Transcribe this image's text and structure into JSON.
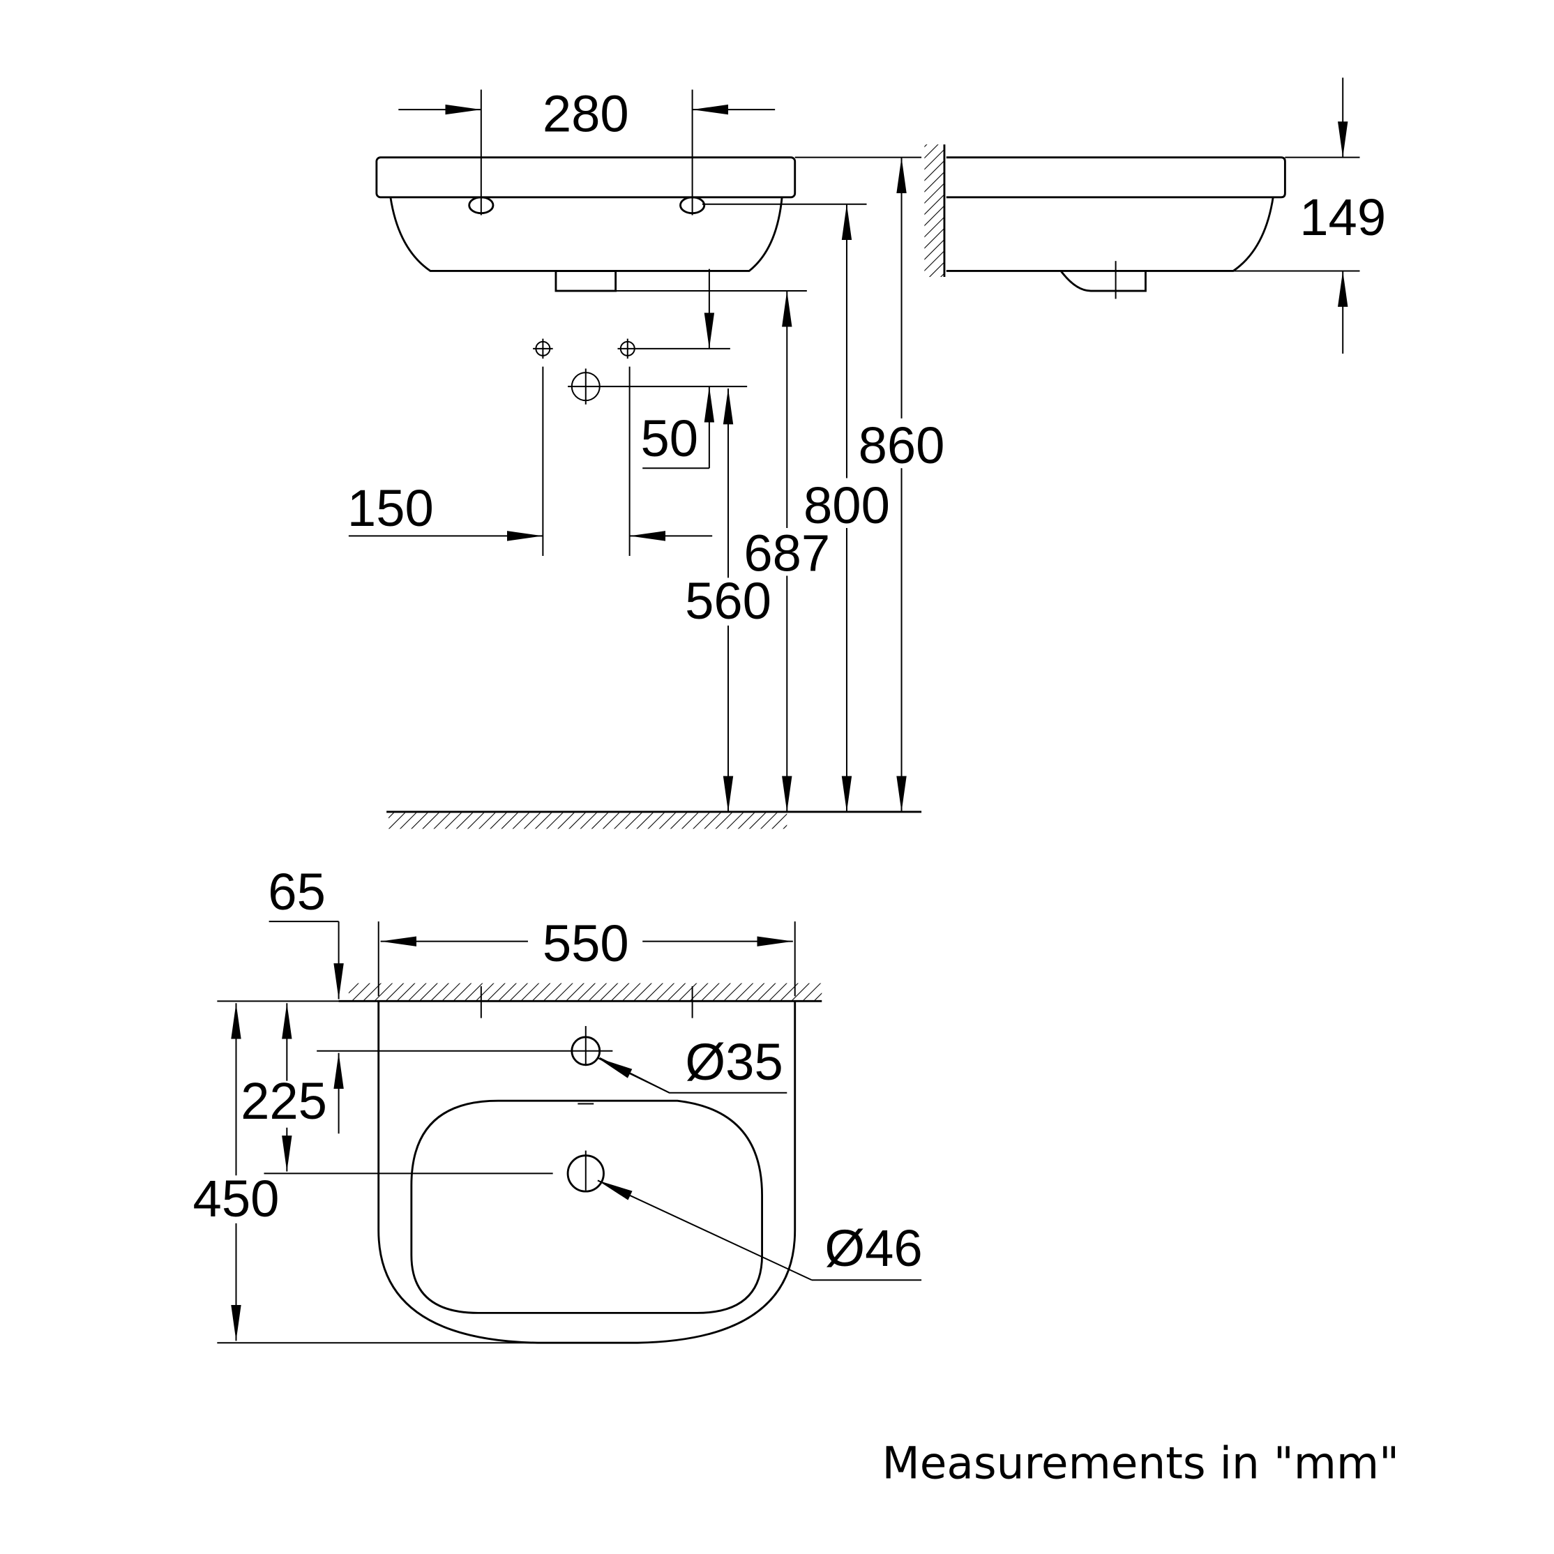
{
  "drawing": {
    "front_view": {
      "tap_hole_spacing": "280",
      "height_860": "860",
      "height_800": "800",
      "height_687": "687",
      "height_560": "560",
      "offset_50": "50",
      "supply_spacing_150": "150"
    },
    "side_view": {
      "depth_149": "149"
    },
    "top_view": {
      "width_550": "550",
      "wall_offset_65": "65",
      "tap_hole_depth_225": "225",
      "projection_450": "450",
      "tap_hole_dia": "Ø35",
      "waste_dia": "Ø46"
    },
    "footer": "Measurements in \"mm\""
  },
  "colors": {
    "line": "#000000",
    "background": "#ffffff"
  }
}
